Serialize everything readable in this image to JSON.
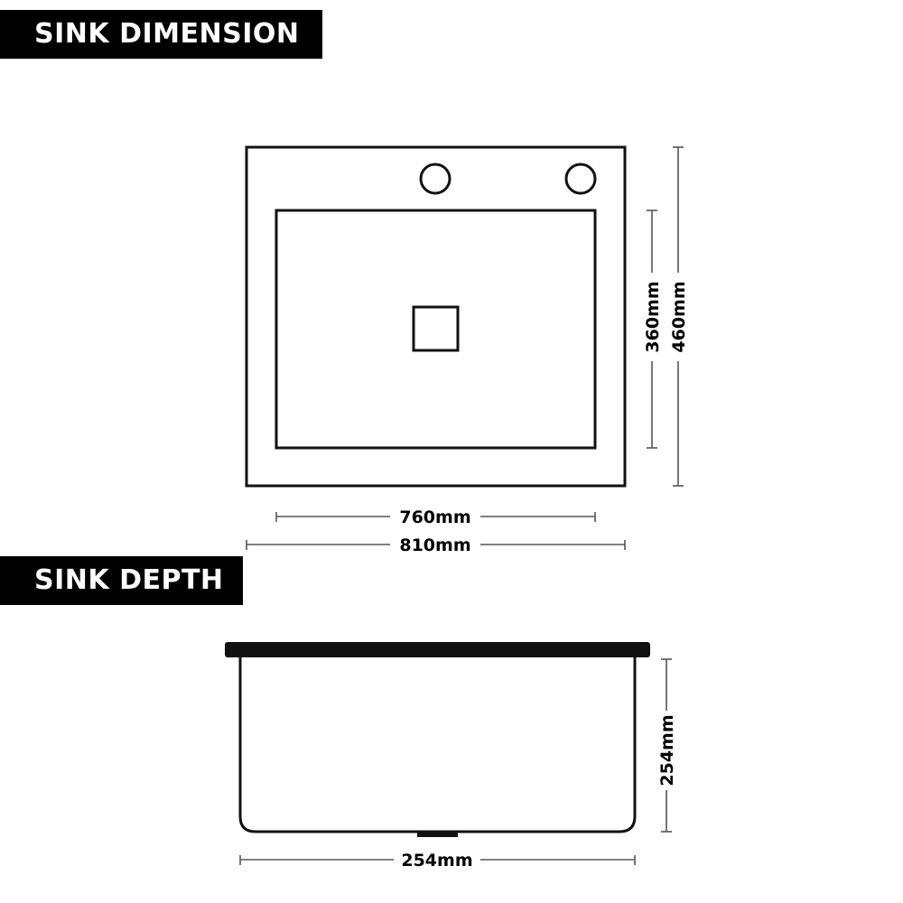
{
  "sections": {
    "dimension_title": "SINK DIMENSION",
    "depth_title": "SINK DEPTH"
  },
  "dimensions": {
    "bowl_width": "760mm",
    "overall_width": "810mm",
    "bowl_length": "360mm",
    "overall_length": "460mm",
    "depth_height": "254mm",
    "depth_width": "254mm"
  },
  "colors": {
    "banner_bg": "#000000",
    "banner_text": "#ffffff",
    "line": "#111111",
    "dimension_line": "#555555"
  }
}
